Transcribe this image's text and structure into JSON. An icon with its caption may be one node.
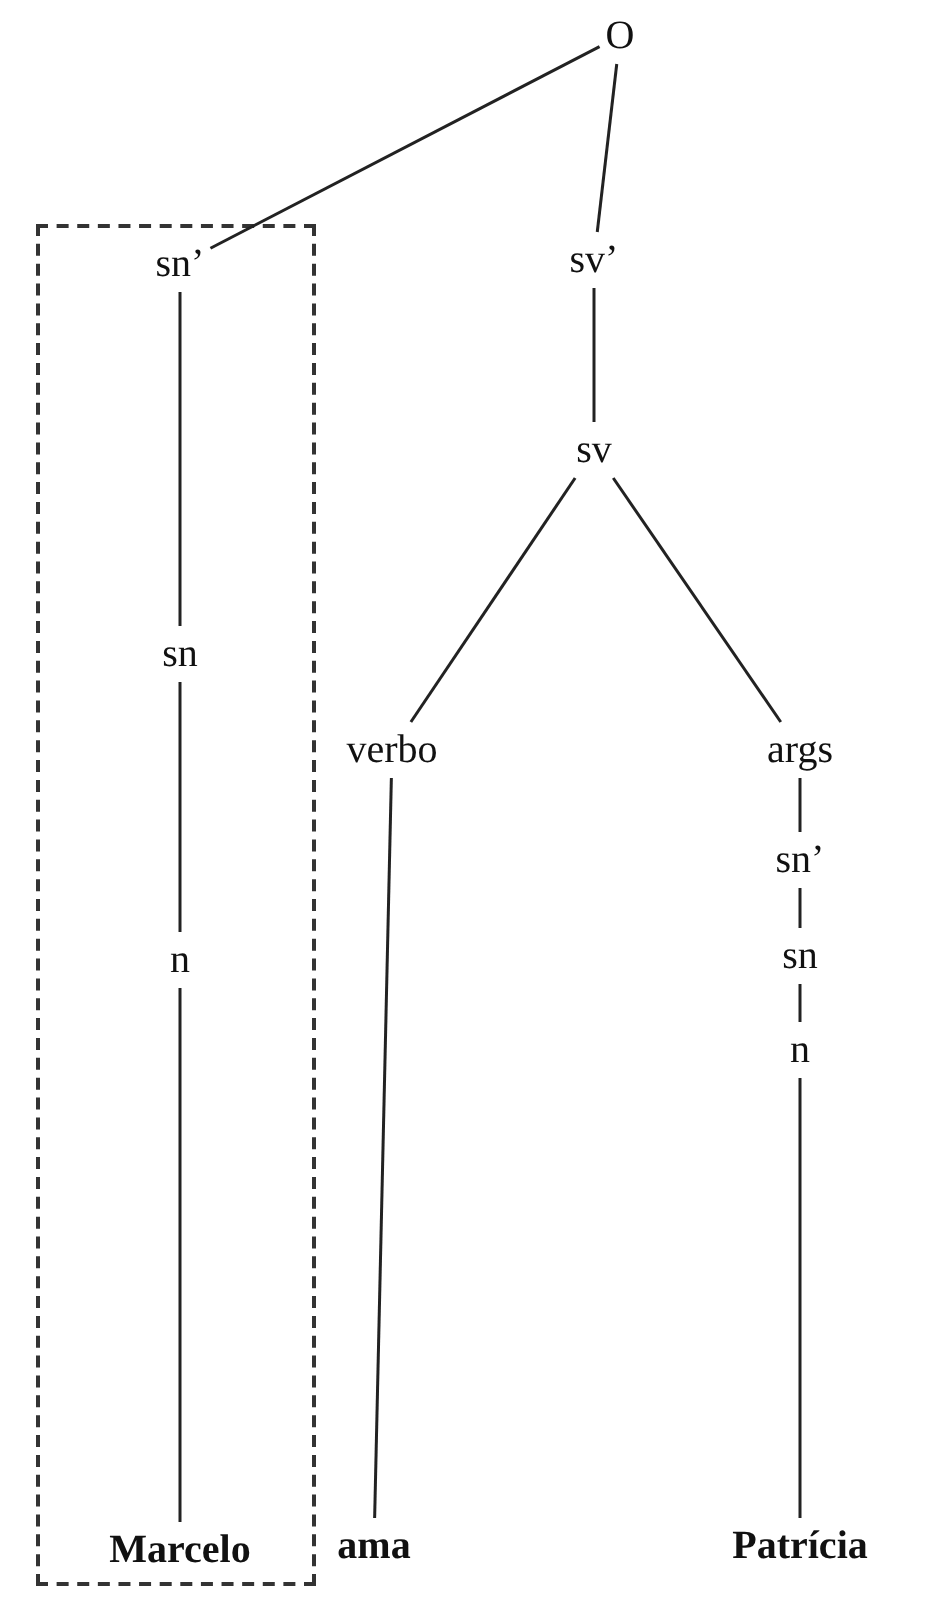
{
  "diagram": {
    "nodes": [
      {
        "text": [
          "O"
        ]
      },
      {
        "text": [],
        "shape": "box"
      },
      {
        "text": [
          "sn’"
        ],
        "in": 1
      },
      {
        "text": [
          "sn"
        ],
        "in": 1
      },
      {
        "text": [
          "n"
        ],
        "in": 1
      },
      {
        "text": [
          "Marcelo"
        ],
        "in": 1
      },
      {
        "text": [
          "sv’"
        ]
      },
      {
        "text": [
          "sv"
        ]
      },
      {
        "text": [
          "verbo"
        ]
      },
      {
        "text": [
          "ama"
        ]
      },
      {
        "text": [
          "args"
        ]
      },
      {
        "text": [
          "sn’"
        ]
      },
      {
        "text": [
          "sn"
        ]
      },
      {
        "text": [
          "n"
        ]
      },
      {
        "text": [
          "Patrícia"
        ]
      }
    ],
    "edges": [
      {
        "from": 0,
        "to": 2,
        "arrow": "none"
      },
      {
        "from": 0,
        "to": 6,
        "arrow": "none"
      },
      {
        "from": 2,
        "to": 3,
        "arrow": "none"
      },
      {
        "from": 3,
        "to": 4,
        "arrow": "none"
      },
      {
        "from": 4,
        "to": 5,
        "arrow": "none"
      },
      {
        "from": 6,
        "to": 7,
        "arrow": "none"
      },
      {
        "from": 7,
        "to": 8,
        "arrow": "none"
      },
      {
        "from": 7,
        "to": 10,
        "arrow": "none"
      },
      {
        "from": 8,
        "to": 9,
        "arrow": "none"
      },
      {
        "from": 10,
        "to": 11,
        "arrow": "none"
      },
      {
        "from": 11,
        "to": 12,
        "arrow": "none"
      },
      {
        "from": 12,
        "to": 13,
        "arrow": "none"
      },
      {
        "from": 13,
        "to": 14,
        "arrow": "none"
      }
    ]
  }
}
